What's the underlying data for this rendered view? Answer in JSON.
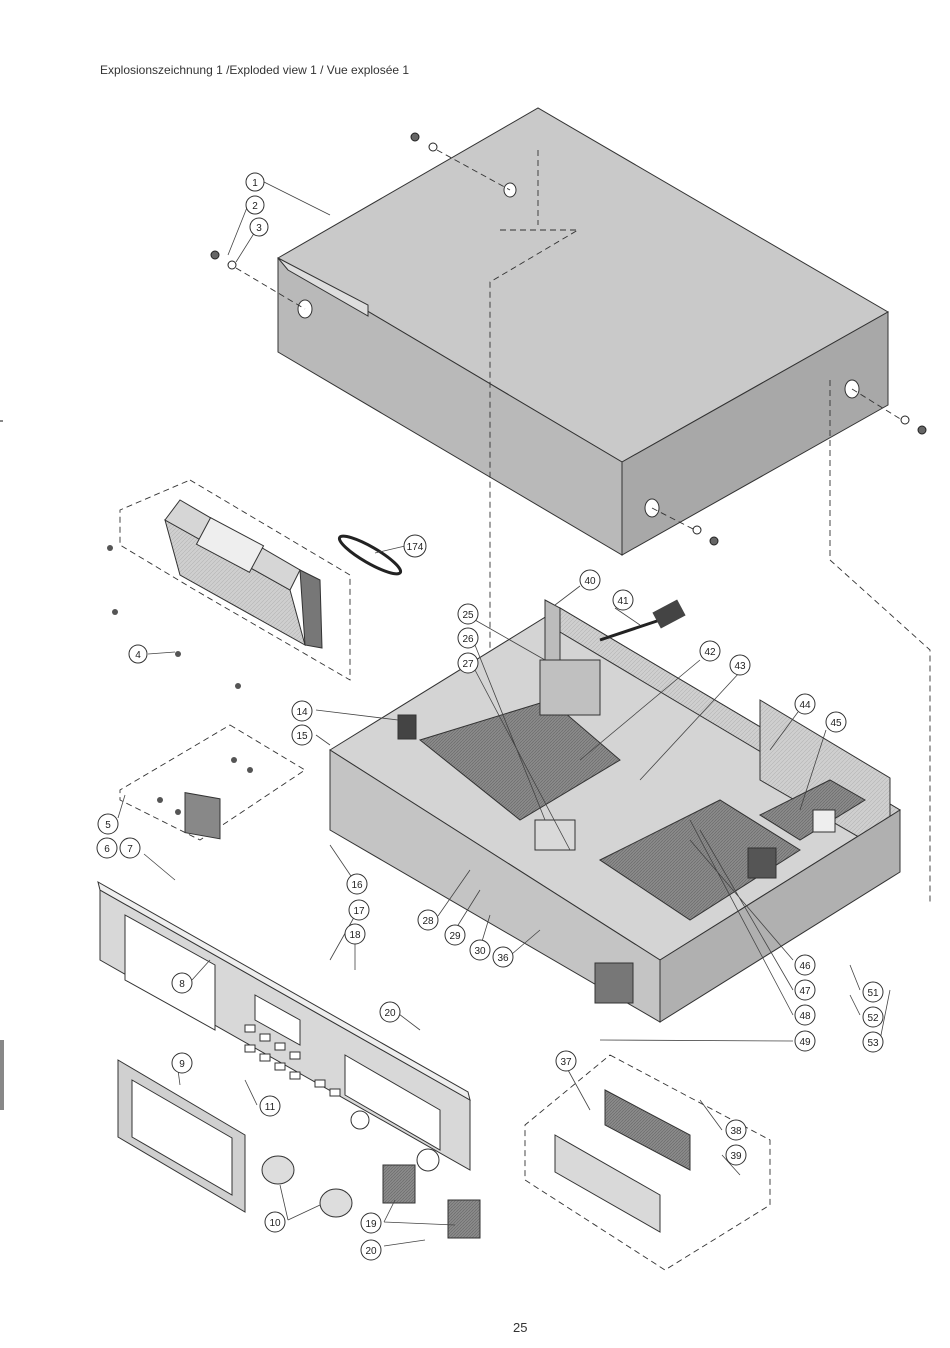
{
  "title": "Explosionszeichnung 1 /Exploded view 1 / Vue explosée 1",
  "page_number": "25",
  "callouts": [
    {
      "id": "c1",
      "label": "1"
    },
    {
      "id": "c2",
      "label": "2"
    },
    {
      "id": "c3",
      "label": "3"
    },
    {
      "id": "c174",
      "label": "174"
    },
    {
      "id": "c4",
      "label": "4"
    },
    {
      "id": "c40",
      "label": "40"
    },
    {
      "id": "c41",
      "label": "41"
    },
    {
      "id": "c25",
      "label": "25"
    },
    {
      "id": "c26",
      "label": "26"
    },
    {
      "id": "c27",
      "label": "27"
    },
    {
      "id": "c42",
      "label": "42"
    },
    {
      "id": "c43",
      "label": "43"
    },
    {
      "id": "c44",
      "label": "44"
    },
    {
      "id": "c45",
      "label": "45"
    },
    {
      "id": "c14",
      "label": "14"
    },
    {
      "id": "c15",
      "label": "15"
    },
    {
      "id": "c5",
      "label": "5"
    },
    {
      "id": "c6",
      "label": "6"
    },
    {
      "id": "c7",
      "label": "7"
    },
    {
      "id": "c16",
      "label": "16"
    },
    {
      "id": "c17",
      "label": "17"
    },
    {
      "id": "c18",
      "label": "18"
    },
    {
      "id": "c8",
      "label": "8"
    },
    {
      "id": "c28",
      "label": "28"
    },
    {
      "id": "c29",
      "label": "29"
    },
    {
      "id": "c30",
      "label": "30"
    },
    {
      "id": "c36",
      "label": "36"
    },
    {
      "id": "c46",
      "label": "46"
    },
    {
      "id": "c47",
      "label": "47"
    },
    {
      "id": "c48",
      "label": "48"
    },
    {
      "id": "c49",
      "label": "49"
    },
    {
      "id": "c51",
      "label": "51"
    },
    {
      "id": "c52",
      "label": "52"
    },
    {
      "id": "c53",
      "label": "53"
    },
    {
      "id": "c20a",
      "label": "20"
    },
    {
      "id": "c9",
      "label": "9"
    },
    {
      "id": "c11",
      "label": "11"
    },
    {
      "id": "c37",
      "label": "37"
    },
    {
      "id": "c38",
      "label": "38"
    },
    {
      "id": "c39",
      "label": "39"
    },
    {
      "id": "c10",
      "label": "10"
    },
    {
      "id": "c19",
      "label": "19"
    },
    {
      "id": "c20b",
      "label": "20"
    }
  ]
}
